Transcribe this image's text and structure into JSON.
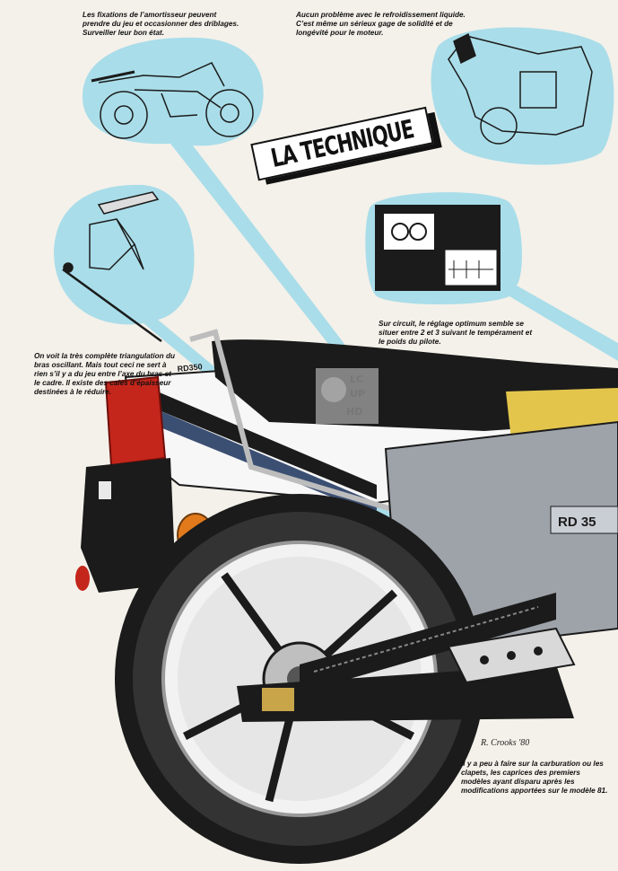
{
  "title": "LA TECHNIQUE",
  "captions": {
    "suspension": "Les fixations de l’amortisseur peuvent prendre du jeu et occasionner des driblages. Surveiller leur bon état.",
    "cooling": "Aucun problème avec le refroidissement liquide. C’est même un sérieux gage de solidité et de longévité pour le moteur.",
    "circuit": "Sur circuit, le réglage optimum semble se situer entre 2 et 3 suivant le tempérament et le poids du pilote.",
    "swingarm": "On voit la très complète triangulation du bras oscillant. Mais tout ceci ne sert à rien s’il y a du jeu entre l’axe du bras et le cadre. Il existe des cales d’épaisseur destinées à le réduire.",
    "carburation": "Il y a peu à faire sur la carburation ou les clapets, les caprices des premiers modèles ayant disparu après les modifications apportées sur le modèle 81."
  },
  "bike_badge": "RD 35",
  "tail_badge": "RD350",
  "signature": "R. Crooks '80",
  "colors": {
    "bubble": "#a9dde9",
    "bike_black": "#1b1b1b",
    "tail_red": "#c4261b",
    "seat_yellow": "#e3c54c"
  }
}
